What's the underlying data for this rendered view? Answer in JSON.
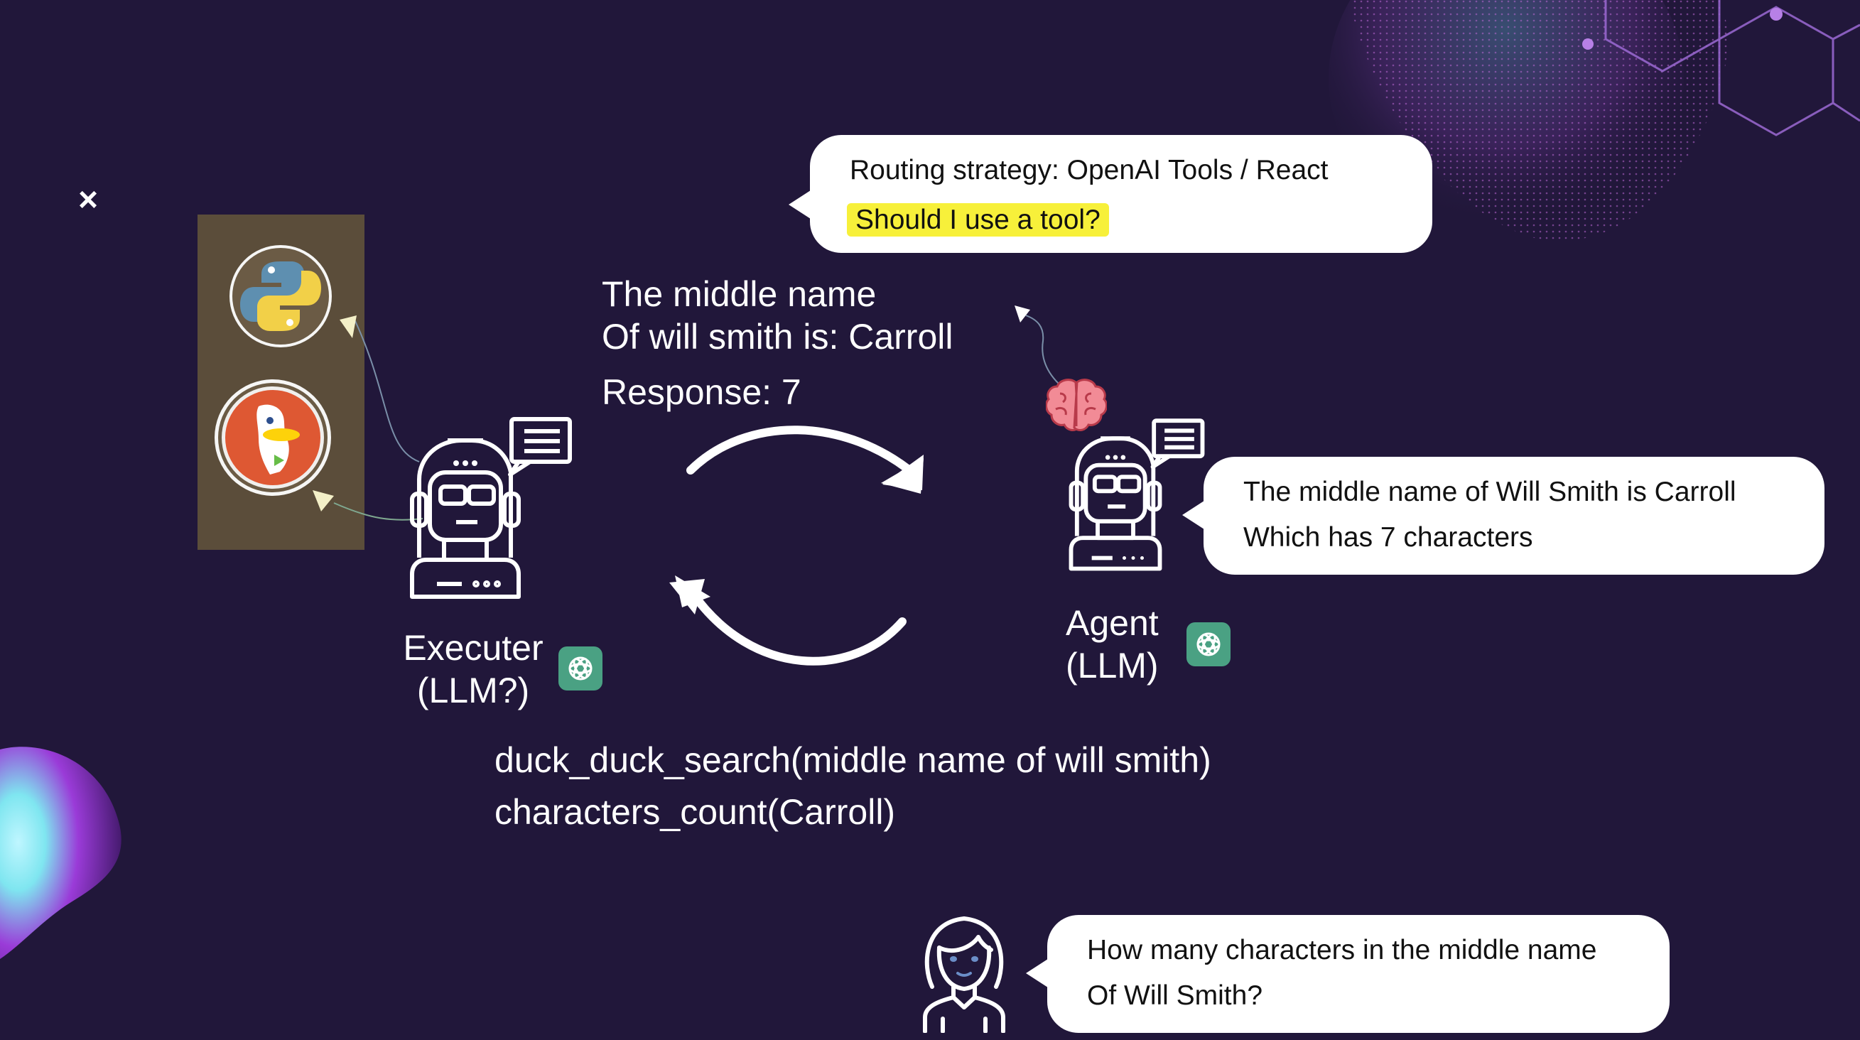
{
  "close_glyph": "×",
  "top_bubble": {
    "line1": "Routing strategy: OpenAI Tools / React",
    "line2": "Should I use a tool?"
  },
  "response_block": {
    "line1": "The middle name",
    "line2": "Of will smith is: Carroll",
    "line3": "Response: 7"
  },
  "executer": {
    "line1": "Executer",
    "line2": "(LLM?)"
  },
  "agent": {
    "line1": "Agent",
    "line2": "(LLM)"
  },
  "agent_bubble": {
    "line1": "The middle name of Will Smith is Carroll",
    "line2": "Which has 7 characters"
  },
  "tool_calls": {
    "line1": "duck_duck_search(middle name of will smith)",
    "line2": "characters_count(Carroll)"
  },
  "user_bubble": {
    "line1": "How many characters in the middle name",
    "line2": "Of Will Smith?"
  },
  "colors": {
    "background": "#21173a",
    "tool_panel": "#5b4d3a",
    "openai_badge": "#4aa183",
    "highlight": "#f7f03a"
  },
  "icons": [
    "close-icon",
    "python-icon",
    "duckduckgo-icon",
    "robot-icon",
    "chat-icon",
    "brain-icon",
    "openai-icon",
    "user-icon",
    "cycle-arrow-icon"
  ]
}
